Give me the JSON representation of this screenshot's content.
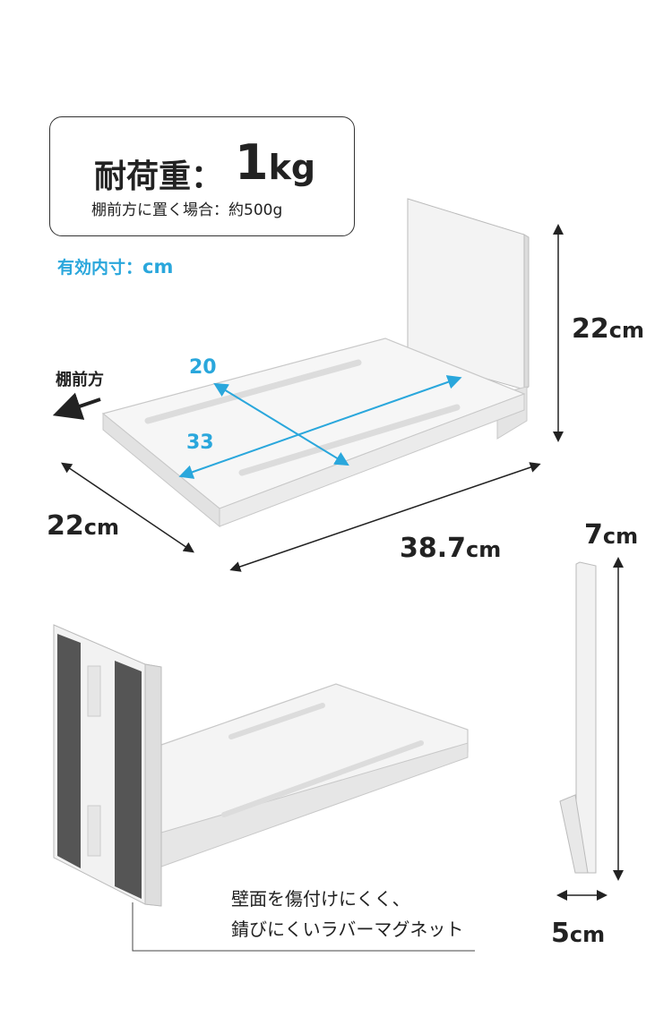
{
  "load": {
    "label": "耐荷重：",
    "value": "1",
    "unit": "kg",
    "sub": "棚前方に置く場合：約500g"
  },
  "inner_dims": {
    "label": "有効内寸：",
    "unit": "cm"
  },
  "front_label": "棚前方",
  "dimensions": {
    "height": {
      "num": "22",
      "unit": "cm"
    },
    "depth": {
      "num": "22",
      "unit": "cm"
    },
    "width": {
      "num": "38.7",
      "unit": "cm"
    },
    "side_height": {
      "num": "7",
      "unit": "cm"
    },
    "side_depth": {
      "num": "5",
      "unit": "cm"
    }
  },
  "inner": {
    "depth": "20",
    "width": "33"
  },
  "caption": {
    "line1": "壁面を傷付けにくく、",
    "line2": "錆びにくいラバーマグネット"
  },
  "colors": {
    "accent": "#2aa7dc",
    "text": "#222222",
    "magnet": "#555555"
  }
}
